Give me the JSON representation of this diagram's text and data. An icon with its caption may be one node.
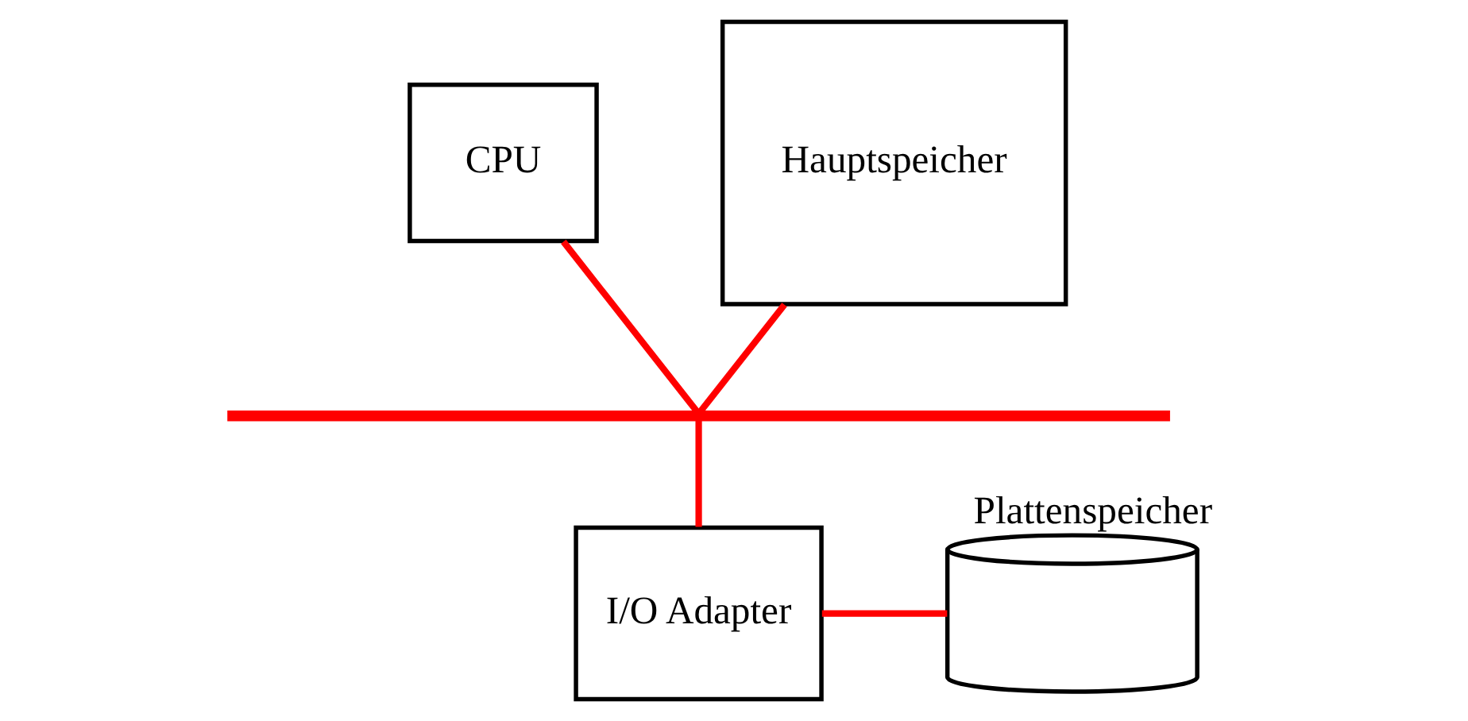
{
  "diagram": {
    "nodes": [
      {
        "text": [
          "CPU"
        ]
      },
      {
        "text": [
          "Hauptspeicher"
        ]
      },
      {
        "text": [],
        "shape": "bar"
      },
      {
        "text": [
          "I/O Adapter"
        ]
      },
      {
        "text": [],
        "shape": "cylinder",
        "beside": [
          "Plattenspeicher"
        ]
      }
    ],
    "edges": [
      {
        "from": 0,
        "to": 2,
        "arrow": "none"
      },
      {
        "from": 1,
        "to": 2,
        "arrow": "none"
      },
      {
        "from": 2,
        "to": 3,
        "arrow": "none"
      },
      {
        "from": 3,
        "to": 4,
        "arrow": "none"
      }
    ]
  }
}
